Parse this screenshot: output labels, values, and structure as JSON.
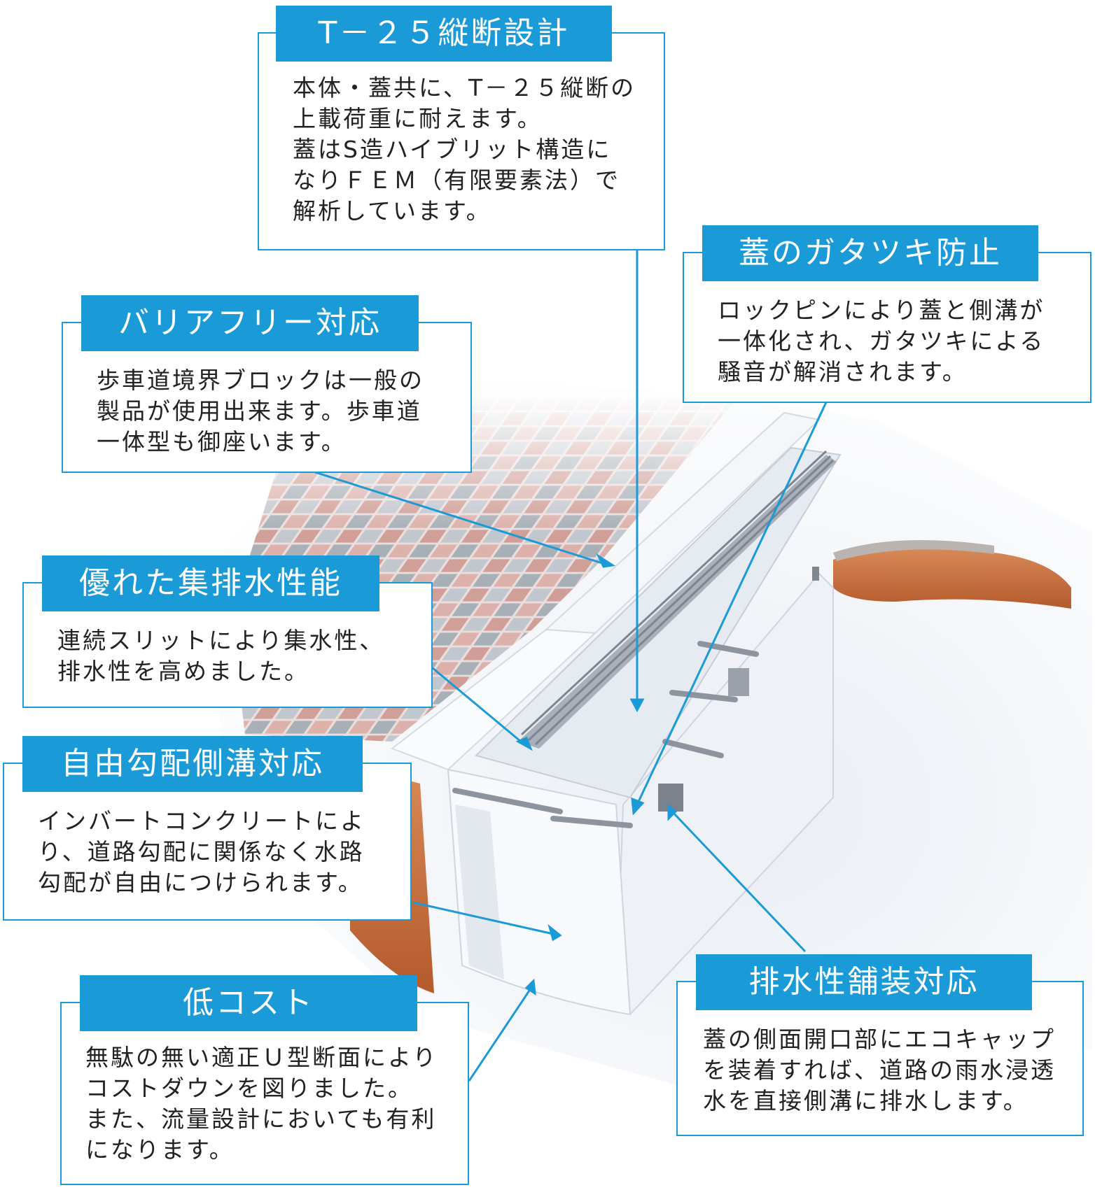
{
  "colors": {
    "accent": "#1a9ad6",
    "paving_red": "#c98f86",
    "paving_gray": "#9aa3ab",
    "soil": "#c76a3a",
    "concrete": "#e8ecf2"
  },
  "callouts": {
    "t25": {
      "title": "T－２５縦断設計",
      "lines": [
        "本体・蓋共に、T－２５縦断の",
        "上載荷重に耐えます。",
        "蓋はS造ハイブリット構造に",
        "なりＦＥＭ（有限要素法）で",
        "解析しています。"
      ]
    },
    "rattle": {
      "title": "蓋のガタツキ防止",
      "lines": [
        "ロックピンにより蓋と側溝が",
        "一体化され、ガタツキによる",
        "騒音が解消されます。"
      ]
    },
    "barrier_free": {
      "title": "バリアフリー対応",
      "lines": [
        "歩車道境界ブロックは一般の",
        "製品が使用出来ます。歩車道",
        "一体型も御座います。"
      ]
    },
    "drainage": {
      "title": "優れた集排水性能",
      "lines": [
        "連続スリットにより集水性、",
        "排水性を高めました。"
      ]
    },
    "gradient": {
      "title": "自由勾配側溝対応",
      "lines": [
        "インバートコンクリートによ",
        "り、道路勾配に関係なく水路",
        "勾配が自由につけられます。"
      ]
    },
    "low_cost": {
      "title": "低コスト",
      "lines": [
        "無駄の無い適正Ｕ型断面により",
        "コストダウンを図りました。",
        "また、流量設計においても有利",
        "になります。"
      ]
    },
    "permeable": {
      "title": "排水性舗装対応",
      "lines": [
        "蓋の側面開口部にエコキャップ",
        "を装着すれば、道路の雨水浸透",
        "水を直接側溝に排水します。"
      ]
    }
  }
}
